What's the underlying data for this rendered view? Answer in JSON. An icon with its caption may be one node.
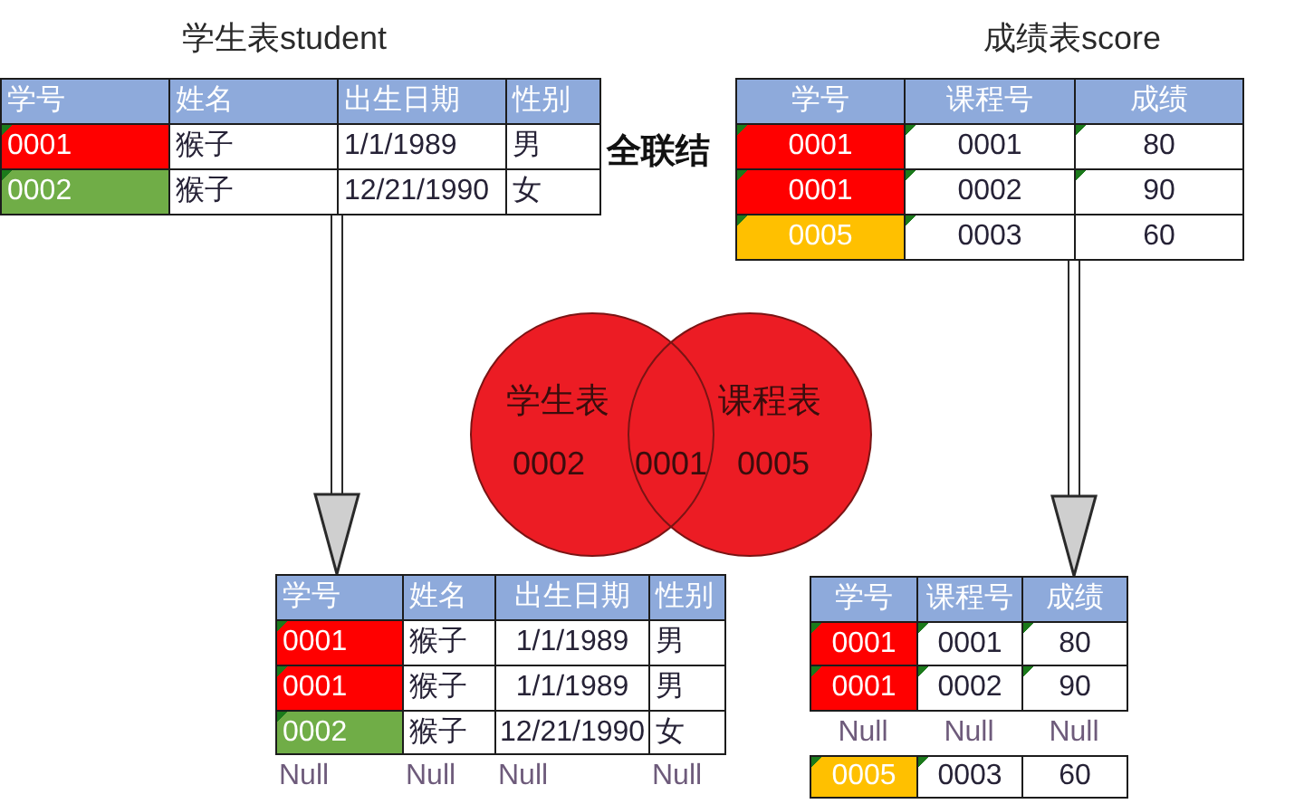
{
  "diagram": {
    "nodes": [
      {
        "text": [
          "学生表student",
          "学号",
          "姓名",
          "出生日期",
          "性别",
          "0001",
          "猴子",
          "1/1/1989",
          "男",
          "0002",
          "猴子",
          "12/21/1990",
          "女"
        ]
      },
      {
        "text": [
          "成绩表score",
          "学号",
          "课程号",
          "成绩",
          "0001",
          "0001",
          "80",
          "0001",
          "0002",
          "90",
          "0005",
          "0003",
          "60"
        ]
      },
      {
        "text": [
          "学生表",
          "0002"
        ]
      },
      {
        "text": [
          "课程表",
          "0005"
        ]
      },
      {
        "text": [
          "学号",
          "姓名",
          "出生日期",
          "性别",
          "0001",
          "猴子",
          "1/1/1989",
          "男",
          "0001",
          "猴子",
          "1/1/1989",
          "男",
          "0002",
          "猴子",
          "12/21/1990",
          "女",
          "Null",
          "Null",
          "Null",
          "Null"
        ]
      },
      {
        "text": [
          "学号",
          "课程号",
          "成绩",
          "0001",
          "0001",
          "80",
          "0001",
          "0002",
          "90",
          "Null",
          "Null",
          "Null",
          "0005",
          "0003",
          "60"
        ]
      }
    ],
    "edges": [
      {
        "from": 0,
        "to": 4,
        "arrow": "to"
      },
      {
        "from": 1,
        "to": 5,
        "arrow": "to"
      }
    ],
    "labels": [
      "全联结",
      "0001"
    ]
  }
}
